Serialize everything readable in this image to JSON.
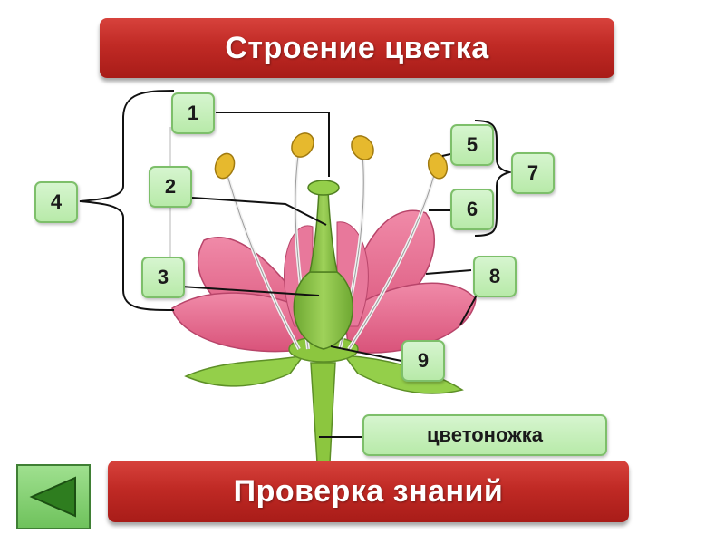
{
  "slide": {
    "title": "Строение цветка",
    "check_button": "Проверка знаний"
  },
  "diagram": {
    "labels": {
      "l1": "1",
      "l2": "2",
      "l3": "3",
      "l4": "4",
      "l5": "5",
      "l6": "6",
      "l7": "7",
      "l8": "8",
      "l9": "9",
      "peduncle": "цветоножка"
    }
  },
  "colors": {
    "banner": "#c02a25",
    "label_fill": "#c6efbb",
    "petal": "#e36a8d",
    "stem": "#8cc63f",
    "anther": "#e6b92e",
    "back_button": "#7fcf6b"
  },
  "icons": {
    "back": "triangle-left-icon"
  }
}
